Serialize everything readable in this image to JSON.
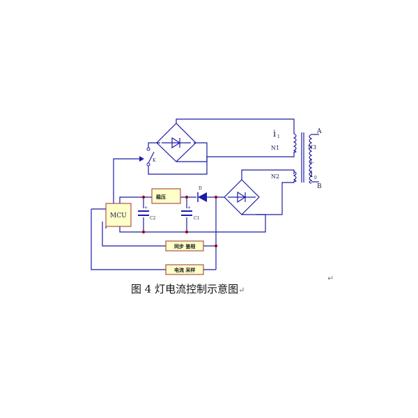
{
  "labels": {
    "mcu": "MCU",
    "regulator": "稳压",
    "sync_phase": "同步 鉴相",
    "current_sampling": "电流 采样",
    "c1": "C1",
    "c2": "C2",
    "d": "D",
    "k": "K",
    "n1": "N1",
    "n2": "N2",
    "n3": "N3",
    "l": "L",
    "a": "A",
    "b": "B",
    "i1_main": "i",
    "i1_sub": "1",
    "i0_main": "i",
    "i0_sub": "0"
  },
  "caption": {
    "text": "图 4 灯电流控制示意图",
    "return_mark": "↵"
  },
  "paragraph_mark": "↵",
  "colors": {
    "wire": "#1a1aa8",
    "box_fill": "#ffffc8",
    "box_stroke": "#9a3030",
    "node": "#9a1010",
    "component": "#1a1aa8"
  }
}
